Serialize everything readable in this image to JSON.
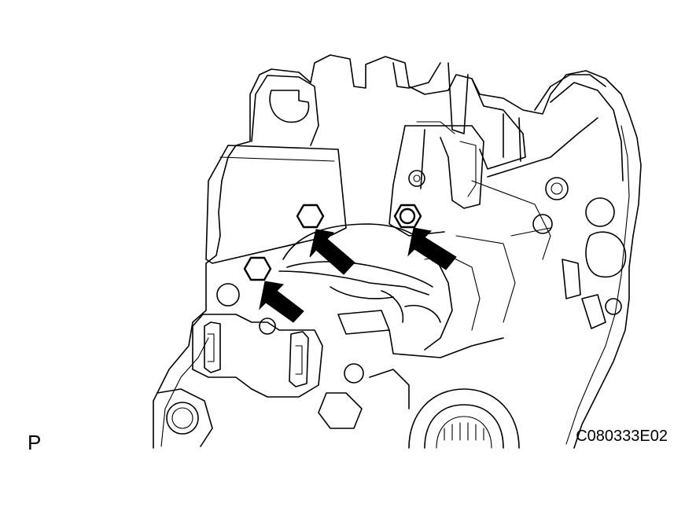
{
  "figure": {
    "view_label": "P",
    "figure_code": "C080333E02"
  },
  "callouts": {
    "bolts": [
      {
        "id": "bolt-top-left"
      },
      {
        "id": "bolt-top-right"
      },
      {
        "id": "bolt-left"
      }
    ],
    "arrow_color": "#000000"
  }
}
